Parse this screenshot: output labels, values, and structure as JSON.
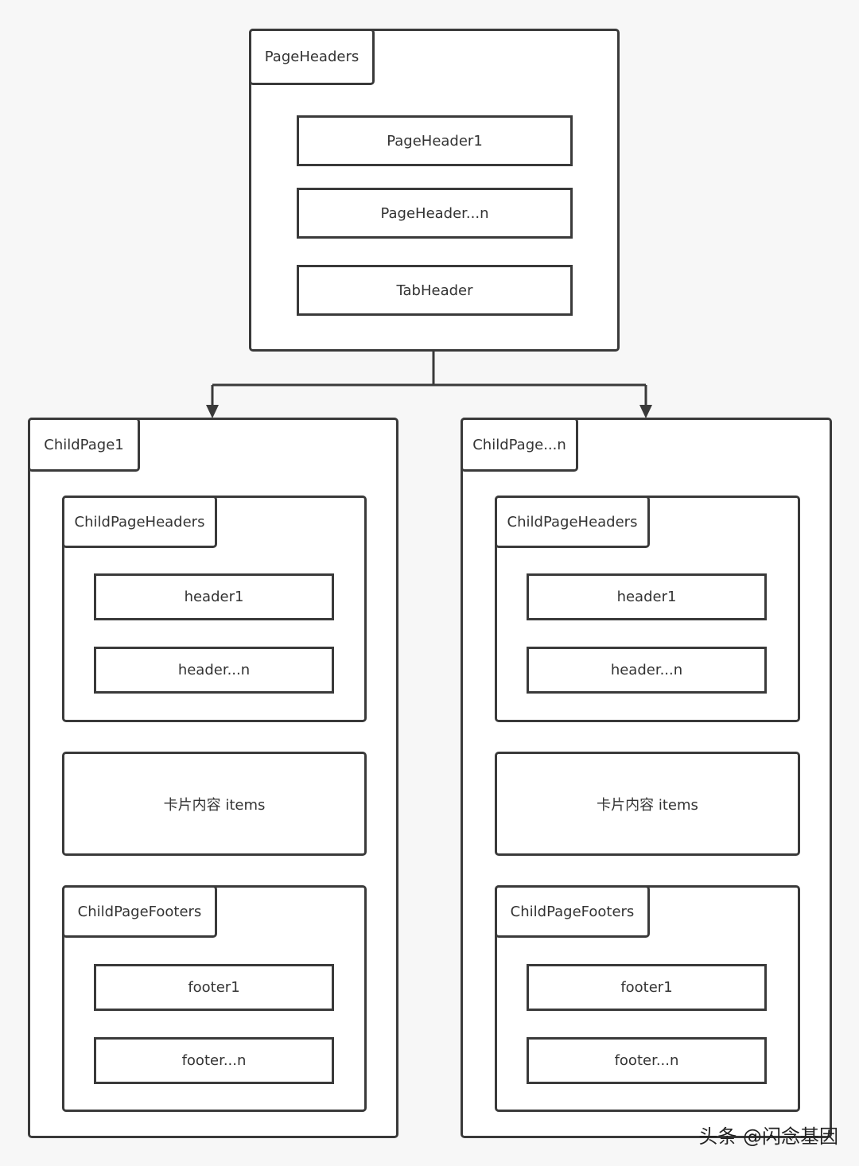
{
  "page_headers": {
    "title": "PageHeaders",
    "items": [
      "PageHeader1",
      "PageHeader...n",
      "TabHeader"
    ]
  },
  "child_pages": [
    {
      "title": "ChildPage1",
      "headers": {
        "title": "ChildPageHeaders",
        "items": [
          "header1",
          "header...n"
        ]
      },
      "content": "卡片内容 items",
      "footers": {
        "title": "ChildPageFooters",
        "items": [
          "footer1",
          "footer...n"
        ]
      }
    },
    {
      "title": "ChildPage...n",
      "headers": {
        "title": "ChildPageHeaders",
        "items": [
          "header1",
          "header...n"
        ]
      },
      "content": "卡片内容 items",
      "footers": {
        "title": "ChildPageFooters",
        "items": [
          "footer1",
          "footer...n"
        ]
      }
    }
  ],
  "watermark": "头条 @闪念基因",
  "colors": {
    "stroke": "#3a3a3a",
    "background": "#f7f7f7",
    "box_fill": "#ffffff"
  }
}
